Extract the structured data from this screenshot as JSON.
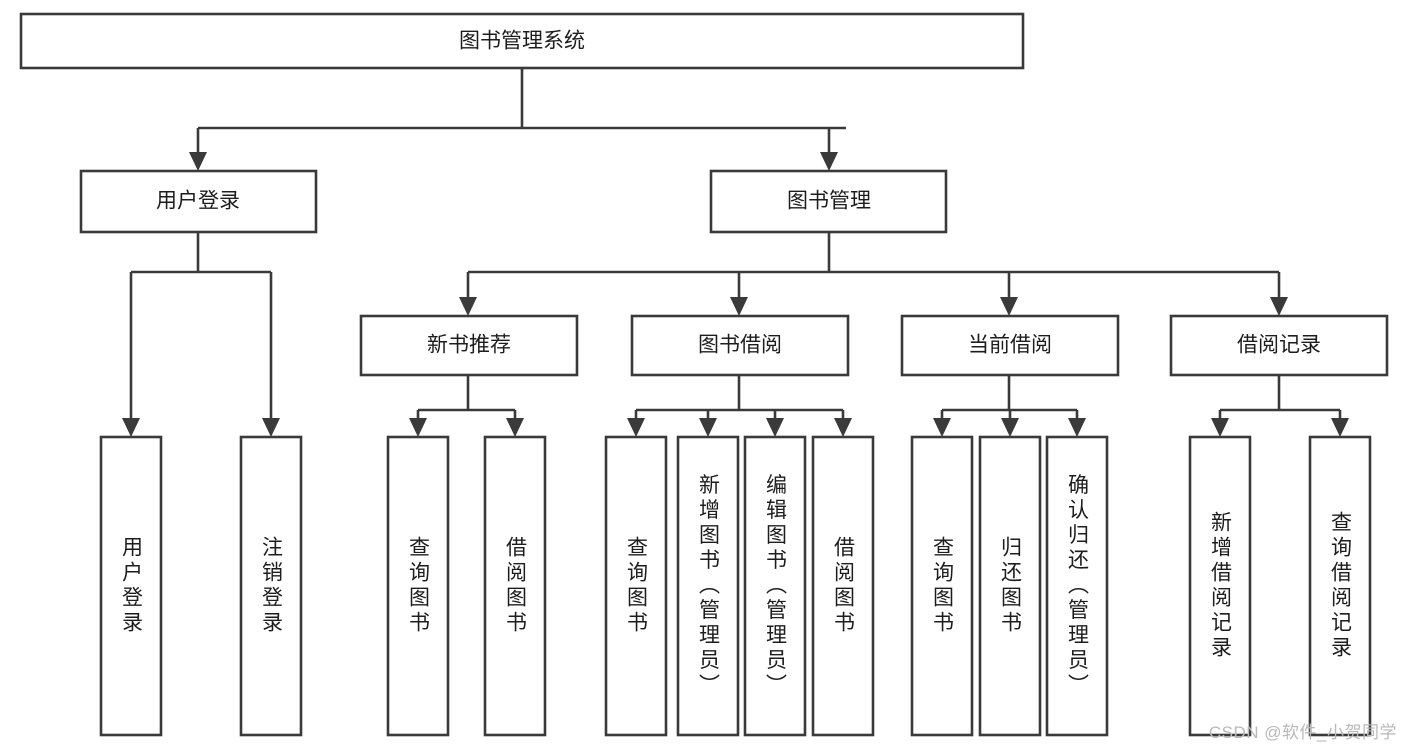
{
  "diagram": {
    "title": "图书管理系统",
    "type": "tree-hierarchy-diagram",
    "background_color": "#ffffff",
    "box_stroke_color": "#3a3a3a",
    "box_fill_color": "#ffffff",
    "text_color": "#1d1d1d",
    "connector_color": "#3a3a3a",
    "watermark": "CSDN @软件_小贺同学",
    "watermark_color": "#b9b9b9"
  },
  "nodes": {
    "root": {
      "label": "图书管理系统",
      "level": 1,
      "orientation": "horizontal"
    },
    "level2": [
      {
        "id": "user-login",
        "label": "用户登录",
        "orientation": "horizontal"
      },
      {
        "id": "book-management",
        "label": "图书管理",
        "orientation": "horizontal"
      }
    ],
    "level3": [
      {
        "id": "new-book-recommend",
        "label": "新书推荐",
        "orientation": "horizontal",
        "parent": "book-management"
      },
      {
        "id": "book-borrow",
        "label": "图书借阅",
        "orientation": "horizontal",
        "parent": "book-management"
      },
      {
        "id": "current-borrow",
        "label": "当前借阅",
        "orientation": "horizontal",
        "parent": "book-management"
      },
      {
        "id": "borrow-record",
        "label": "借阅记录",
        "orientation": "horizontal",
        "parent": "book-management"
      }
    ],
    "leaves": [
      {
        "id": "leaf-user-login",
        "label": "用户登录",
        "orientation": "vertical",
        "parent": "user-login"
      },
      {
        "id": "leaf-user-logout",
        "label": "注销登录",
        "orientation": "vertical",
        "parent": "user-login"
      },
      {
        "id": "leaf-query-book-1",
        "label": "查询图书",
        "orientation": "vertical",
        "parent": "new-book-recommend"
      },
      {
        "id": "leaf-borrow-book-1",
        "label": "借阅图书",
        "orientation": "vertical",
        "parent": "new-book-recommend"
      },
      {
        "id": "leaf-query-book-2",
        "label": "查询图书",
        "orientation": "vertical",
        "parent": "book-borrow"
      },
      {
        "id": "leaf-add-book",
        "label": "新增图书（管理员）",
        "orientation": "vertical",
        "parent": "book-borrow"
      },
      {
        "id": "leaf-edit-book",
        "label": "编辑图书（管理员）",
        "orientation": "vertical",
        "parent": "book-borrow"
      },
      {
        "id": "leaf-borrow-book-2",
        "label": "借阅图书",
        "orientation": "vertical",
        "parent": "book-borrow"
      },
      {
        "id": "leaf-query-book-3",
        "label": "查询图书",
        "orientation": "vertical",
        "parent": "current-borrow"
      },
      {
        "id": "leaf-return-book",
        "label": "归还图书",
        "orientation": "vertical",
        "parent": "current-borrow"
      },
      {
        "id": "leaf-confirm-return",
        "label": "确认归还（管理员）",
        "orientation": "vertical",
        "parent": "current-borrow"
      },
      {
        "id": "leaf-add-record",
        "label": "新增借阅记录",
        "orientation": "vertical",
        "parent": "borrow-record"
      },
      {
        "id": "leaf-query-record",
        "label": "查询借阅记录",
        "orientation": "vertical",
        "parent": "borrow-record"
      }
    ]
  }
}
